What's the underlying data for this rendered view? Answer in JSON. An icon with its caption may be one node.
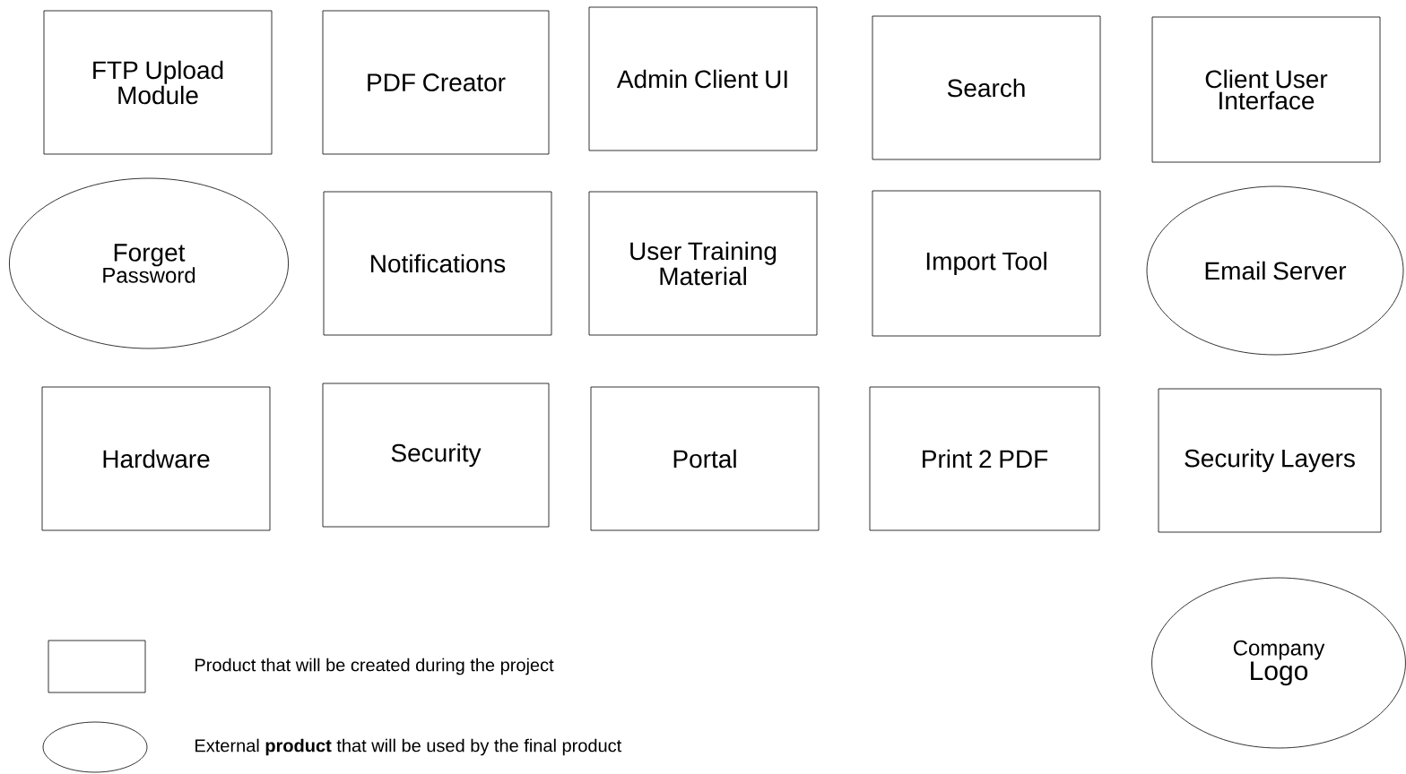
{
  "diagram": {
    "nodes": [
      {
        "text": [
          "FTP Upload Module"
        ]
      },
      {
        "text": [
          "PDF Creator"
        ]
      },
      {
        "text": [
          "Admin Client UI"
        ]
      },
      {
        "text": [
          "Search"
        ]
      },
      {
        "text": [
          "Client User Interface"
        ]
      },
      {
        "text": [
          "Forget",
          "Password"
        ]
      },
      {
        "text": [
          "Notifications"
        ]
      },
      {
        "text": [
          "User Training Material"
        ]
      },
      {
        "text": [
          "Import Tool"
        ]
      },
      {
        "text": [
          "Email Server"
        ]
      },
      {
        "text": [
          "Hardware"
        ]
      },
      {
        "text": [
          "Security"
        ]
      },
      {
        "text": [
          "Portal"
        ]
      },
      {
        "text": [
          "Print 2 PDF"
        ]
      },
      {
        "text": [
          "Security Layers"
        ]
      },
      {
        "text": [
          "Company",
          "Logo"
        ]
      }
    ],
    "legend": [
      {
        "text": "Product that will be created during the project"
      },
      {
        "text": "External **product** that will be used by the final product"
      }
    ]
  }
}
